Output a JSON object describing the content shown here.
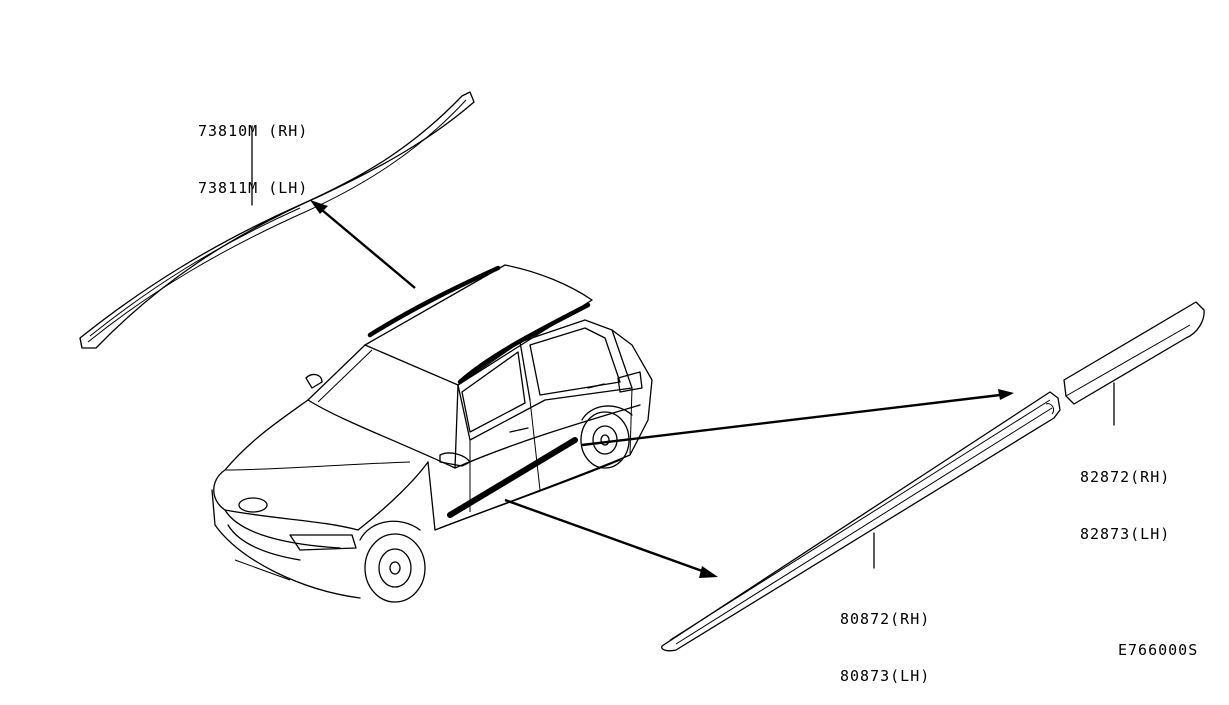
{
  "diagram": {
    "parts": [
      {
        "name": "roof-rail-molding",
        "labels": [
          "73810M (RH)",
          "73811M (LH)"
        ]
      },
      {
        "name": "door-molding",
        "labels": [
          "82872(RH)",
          "82873(LH)"
        ]
      },
      {
        "name": "sill-molding",
        "labels": [
          "80872(RH)",
          "80873(LH)"
        ]
      }
    ],
    "drawing_code": "E766000S"
  }
}
